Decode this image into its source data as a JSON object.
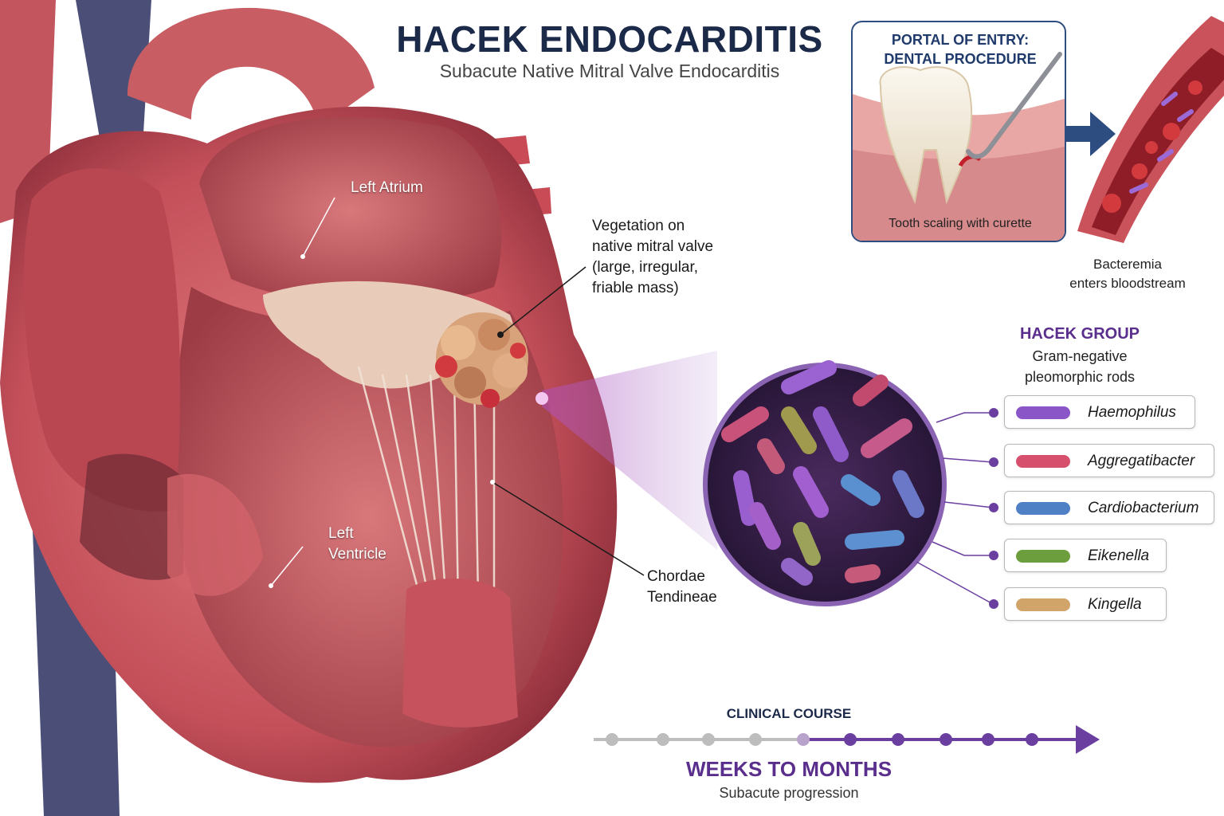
{
  "header": {
    "title": "HACEK ENDOCARDITIS",
    "subtitle": "Subacute Native Mitral Valve Endocarditis"
  },
  "heart_labels": {
    "left_atrium": "Left Atrium",
    "left_ventricle_line1": "Left",
    "left_ventricle_line2": "Ventricle",
    "vegetation_lines": [
      "Vegetation on",
      "native mitral valve",
      "(large, irregular,",
      "friable mass)"
    ],
    "chordae_line1": "Chordae",
    "chordae_line2": "Tendineae"
  },
  "portal": {
    "title_line1": "PORTAL OF ENTRY:",
    "title_line2": "DENTAL PROCEDURE",
    "caption": "Tooth scaling with curette"
  },
  "bacteremia": {
    "line1": "Bacteremia",
    "line2": "enters bloodstream"
  },
  "hacek": {
    "title": "HACEK GROUP",
    "sub_line1": "Gram-negative",
    "sub_line2": "pleomorphic rods",
    "organisms": [
      {
        "name": "Haemophilus",
        "color": "#8a55c7"
      },
      {
        "name": "Aggregatibacter",
        "color": "#d6506e"
      },
      {
        "name": "Cardiobacterium",
        "color": "#4f7fc4"
      },
      {
        "name": "Eikenella",
        "color": "#6d9e3e"
      },
      {
        "name": "Kingella",
        "color": "#d1a46a"
      }
    ]
  },
  "course": {
    "title": "CLINICAL COURSE",
    "main": "WEEKS TO MONTHS",
    "sub": "Subacute progression"
  },
  "colors": {
    "navy": "#1c2a4a",
    "purple": "#5a2e8c",
    "heart": "#c9565e",
    "border_blue": "#2d4c80"
  }
}
